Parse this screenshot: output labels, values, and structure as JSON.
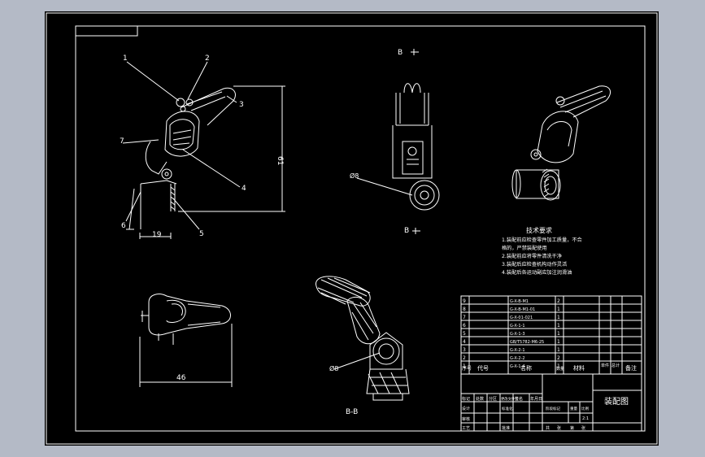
{
  "callouts": [
    "1",
    "2",
    "3",
    "4",
    "5",
    "6",
    "7"
  ],
  "dimensions": {
    "width_19": "19",
    "height_61": "61",
    "width_46": "46",
    "dia_top": "Ø8",
    "dia_bottom": "Ø8"
  },
  "views": {
    "b_top": "B",
    "b_bottom": "B",
    "section": "B-B"
  },
  "tech": {
    "title": "技术要求",
    "lines": [
      "1.装配前应检查零件加工质量，不合",
      "格的，严禁装配使用",
      "2.装配前应将零件清洗干净",
      "3.装配后应检查机构动作灵活",
      "4.装配后各运动副应加注润滑油"
    ]
  },
  "bom": {
    "rows": [
      {
        "no": "9",
        "code": "G-X-B-M1",
        "qty": "2"
      },
      {
        "no": "8",
        "code": "G-X-B-M1-01",
        "qty": "1"
      },
      {
        "no": "7",
        "code": "G-X-01-021",
        "qty": "1"
      },
      {
        "no": "6",
        "code": "G-X-1-1",
        "qty": "1"
      },
      {
        "no": "5",
        "code": "G-X-1-3",
        "qty": "1"
      },
      {
        "no": "4",
        "code": "GB/T5782-M6-25",
        "qty": "1"
      },
      {
        "no": "3",
        "code": "G-X-2-1",
        "qty": "1"
      },
      {
        "no": "2",
        "code": "G-X-2-2",
        "qty": "2"
      },
      {
        "no": "1",
        "code": "G-X-1-4",
        "qty": "1"
      }
    ],
    "header": {
      "no": "序号",
      "code": "代号",
      "name": "名称",
      "qty": "数量",
      "material": "材料",
      "unit_weight": "单件",
      "total_weight": "总计",
      "note": "备注"
    }
  },
  "title_block": {
    "drawing_name": "装配图",
    "marks": [
      "标记",
      "处数",
      "分区",
      "更改文件号",
      "签名",
      "年月日"
    ],
    "design": "设计",
    "check": "审核",
    "craft": "工艺",
    "approve": "批准",
    "std": "标准化",
    "stage": "阶段标记",
    "weight": "重量",
    "scale": "比例",
    "scale_value": "2:1",
    "sheet_a": "共",
    "sheet_b": "张",
    "sheet_c": "第",
    "sheet_d": "张"
  },
  "colors": {
    "outer": "#b4bac6",
    "paper": "#000000",
    "line": "#ffffff"
  }
}
